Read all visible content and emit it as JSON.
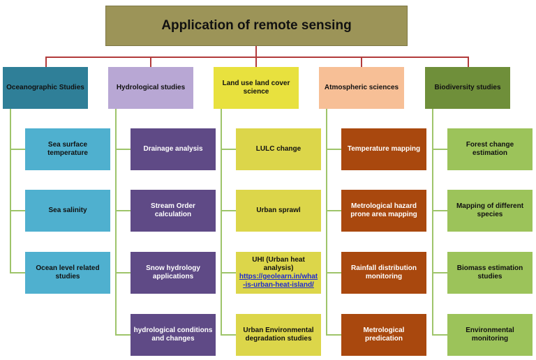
{
  "title": "Application of remote sensing",
  "columns": [
    {
      "header": "Oceanographic Studies",
      "header_bg": "#2f7f98",
      "header_fg": "#111111",
      "item_bg": "#4fb0cf",
      "item_fg": "#111111",
      "line_color": "#9ec46a",
      "items": [
        "Sea surface temperature",
        "Sea salinity",
        "Ocean level related studies"
      ]
    },
    {
      "header": "Hydrological studies",
      "header_bg": "#b8a7d4",
      "header_fg": "#111111",
      "item_bg": "#5f4a86",
      "item_fg": "#ffffff",
      "line_color": "#9ec46a",
      "items": [
        "Drainage analysis",
        "Stream Order calculation",
        "Snow hydrology applications",
        "hydrological conditions and changes"
      ]
    },
    {
      "header": "Land use land cover science",
      "header_bg": "#e8e13e",
      "header_fg": "#111111",
      "item_bg": "#dcd64a",
      "item_fg": "#111111",
      "line_color": "#9ec46a",
      "items": [
        "LULC change",
        "Urban sprawl",
        "UHI (Urban heat analysis)",
        "Urban Environmental degradation studies"
      ],
      "uhi_link": "https://geolearn.in/what-is-urban-heat-island/"
    },
    {
      "header": "Atmospheric sciences",
      "header_bg": "#f7bf96",
      "header_fg": "#111111",
      "item_bg": "#a9480e",
      "item_fg": "#ffffff",
      "line_color": "#9ec46a",
      "items": [
        "Temperature mapping",
        "Metrological hazard prone area mapping",
        "Rainfall distribution monitoring",
        "Metrological predication"
      ]
    },
    {
      "header": "Biodiversity studies",
      "header_bg": "#6f8f3a",
      "header_fg": "#111111",
      "item_bg": "#9cc35a",
      "item_fg": "#111111",
      "line_color": "#9ec46a",
      "items": [
        "Forest change estimation",
        "Mapping of different species",
        "Biomass estimation studies",
        "Environmental monitoring"
      ]
    }
  ]
}
